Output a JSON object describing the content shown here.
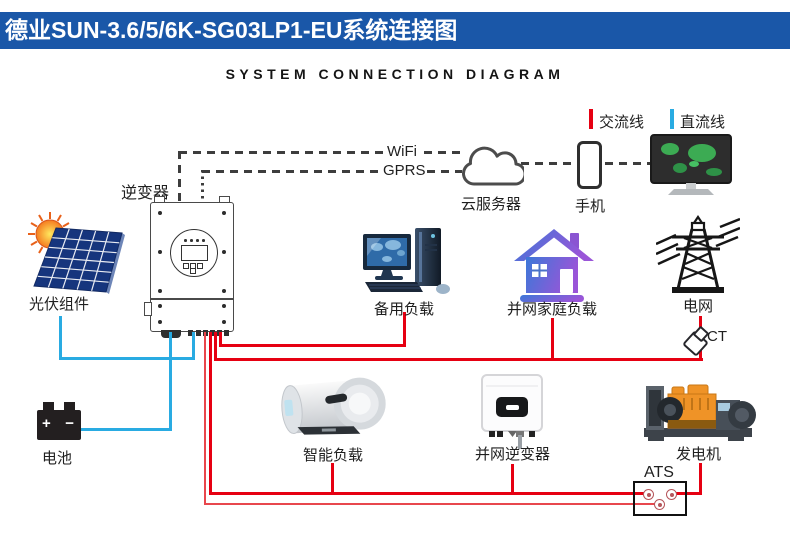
{
  "banner": {
    "title": "德业SUN-3.6/5/6K-SG03LP1-EU系统连接图",
    "bg_color": "#1a57a8"
  },
  "page_title": "SYSTEM CONNECTION DIAGRAM",
  "legend": {
    "ac_label": "交流线",
    "ac_color": "#e60012",
    "dc_label": "直流线",
    "dc_color": "#29abe2"
  },
  "comms": {
    "wifi_label": "WiFi",
    "gprs_label": "GPRS",
    "cloud_label": "云服务器",
    "phone_label": "手机"
  },
  "nodes": {
    "inverter": "逆变器",
    "pv": "光伏组件",
    "battery": "电池",
    "backup_load": "备用负载",
    "home_load": "并网家庭负载",
    "grid": "电网",
    "ct": "CT",
    "smart_load": "智能负载",
    "grid_tie_inverter": "并网逆变器",
    "generator": "发电机",
    "ats": "ATS"
  },
  "battery_terminals": {
    "plus": "+",
    "minus": "−"
  }
}
